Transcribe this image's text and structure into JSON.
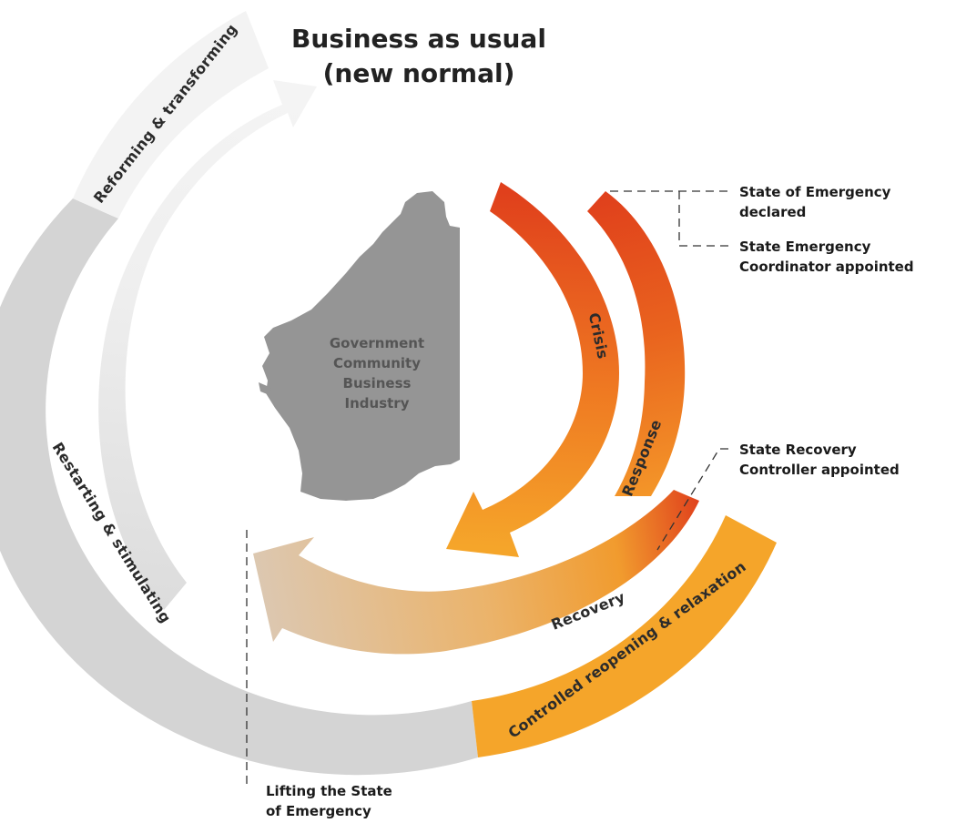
{
  "title": {
    "line1": "Business as usual",
    "line2": "(new normal)"
  },
  "center_labels": [
    "Government",
    "Community",
    "Business",
    "Industry"
  ],
  "bands": {
    "crisis": "Crisis",
    "response": "Response",
    "recovery": "Recovery",
    "controlled": "Controlled reopening & relaxation",
    "restarting": "Restarting & stimulating",
    "reforming": "Reforming & transforming"
  },
  "annotations": {
    "emergency_declared": [
      "State of Emergency",
      "declared"
    ],
    "coordinator_appointed": [
      "State Emergency",
      "Coordinator appointed"
    ],
    "recovery_controller": [
      "State Recovery",
      "Controller appointed"
    ],
    "lifting": [
      "Lifting the State",
      "of Emergency"
    ]
  },
  "colors": {
    "crisis_red": "#e0401c",
    "orange": "#f5a52a",
    "light_grey": "#d4d4d4",
    "very_light_grey": "#f3f3f3",
    "beige": "#dcc2a2",
    "map_grey": "#959595"
  }
}
